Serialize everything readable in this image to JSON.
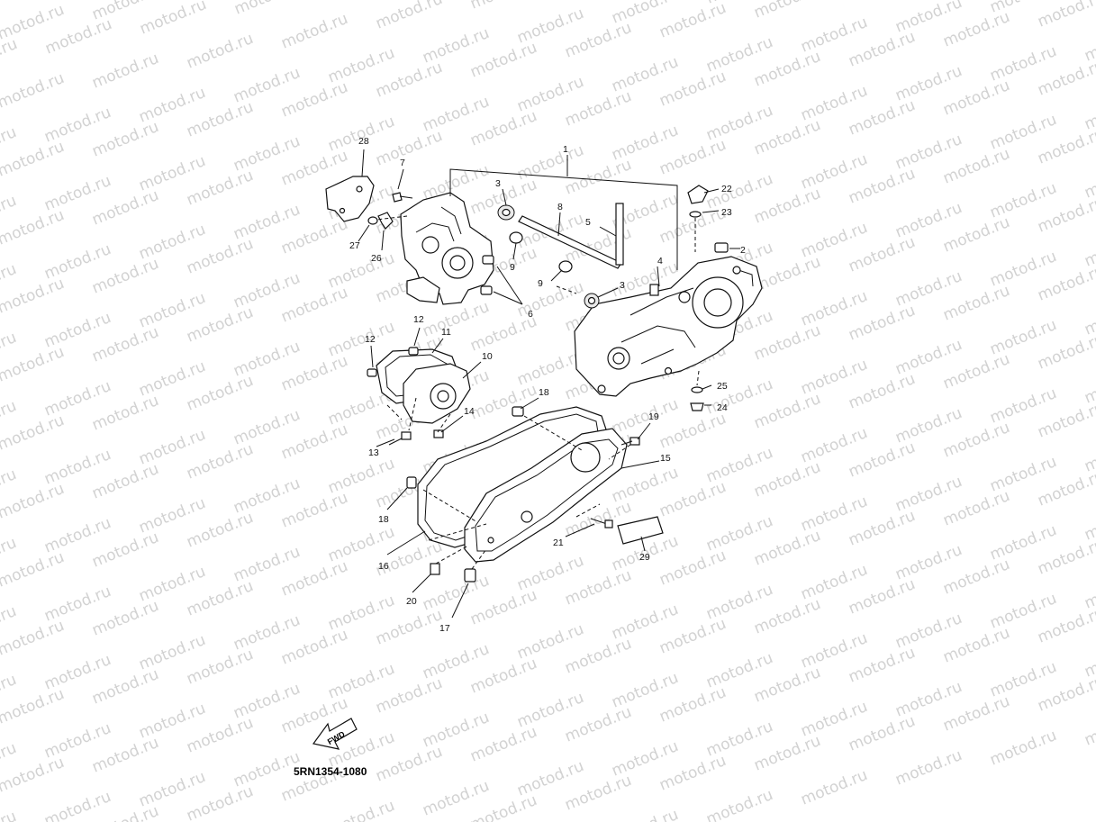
{
  "watermark": {
    "text": "motod.ru"
  },
  "diagram_code": "5RN1354-1080",
  "fwd_label": "FWD",
  "callouts": [
    "1",
    "2",
    "3",
    "3",
    "4",
    "5",
    "6",
    "7",
    "8",
    "9",
    "9",
    "10",
    "11",
    "12",
    "12",
    "13",
    "14",
    "15",
    "16",
    "17",
    "18",
    "18",
    "19",
    "20",
    "21",
    "22",
    "23",
    "24",
    "25",
    "26",
    "27",
    "28",
    "29"
  ]
}
